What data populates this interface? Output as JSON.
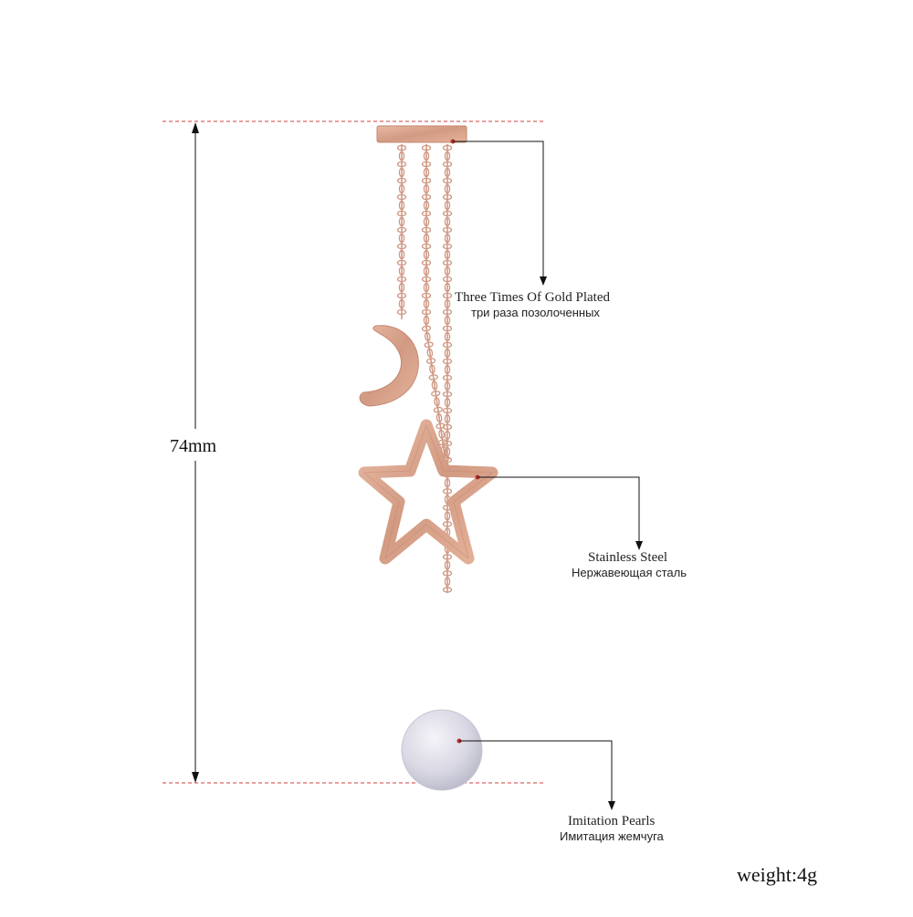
{
  "dimension": {
    "height_label": "74mm"
  },
  "callouts": [
    {
      "en": "Three Times Of Gold Plated",
      "ru": "три раза позолоченных"
    },
    {
      "en": "Stainless Steel",
      "ru": "Нержавеющая сталь"
    },
    {
      "en": "Imitation Pearls",
      "ru": "Имитация жемчуга"
    }
  ],
  "weight": "weight:4g",
  "colors": {
    "rose_gold": "#d9a38c",
    "guide_red": "#d23c3c",
    "pearl": "#dcdbe6"
  }
}
